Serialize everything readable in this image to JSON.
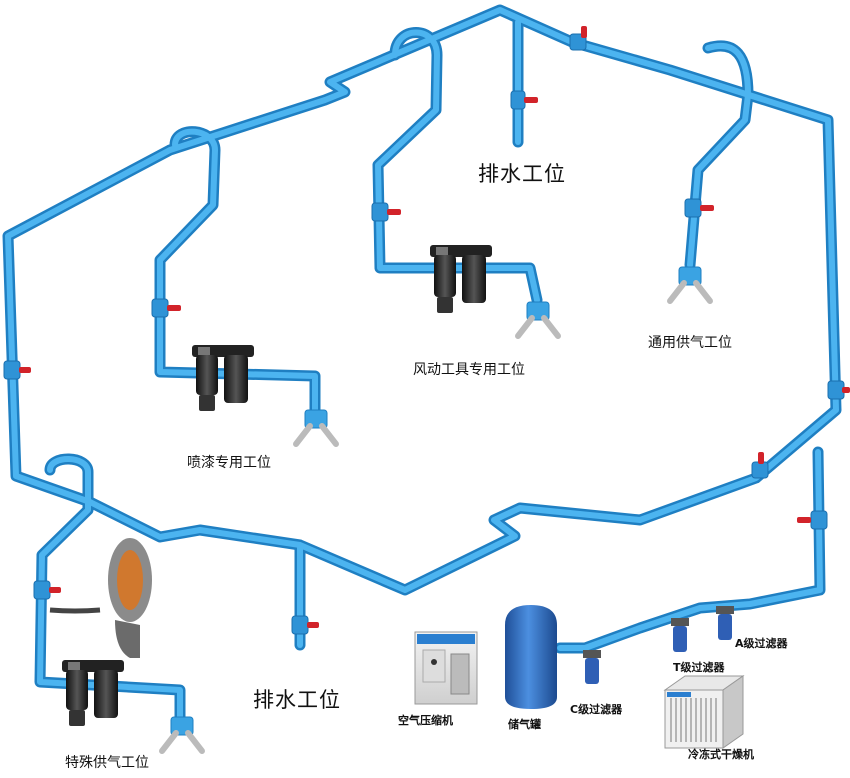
{
  "labels": {
    "drain_top": "排水工位",
    "drain_bottom": "排水工位",
    "general_supply": "通用供气工位",
    "pneumatic_tool": "风动工具专用工位",
    "spray_paint": "喷漆专用工位",
    "special_supply": "特殊供气工位",
    "air_compressor": "空气压缩机",
    "air_tank": "储气罐",
    "c_filter": "C级过滤器",
    "t_filter": "T级过滤器",
    "a_filter": "A级过滤器",
    "dryer": "冷冻式干燥机"
  },
  "colors": {
    "pipe": "#3aa3e3",
    "pipe_edge": "#1f7fc2",
    "valve_handle": "#d2232a",
    "tank": "#2e6fc0",
    "filter_body": "#2a2a2a",
    "text": "#111111"
  },
  "icons": [
    "ball-valve-icon",
    "filter-regulator-icon",
    "quick-coupler-icon",
    "hose-reel-icon"
  ]
}
